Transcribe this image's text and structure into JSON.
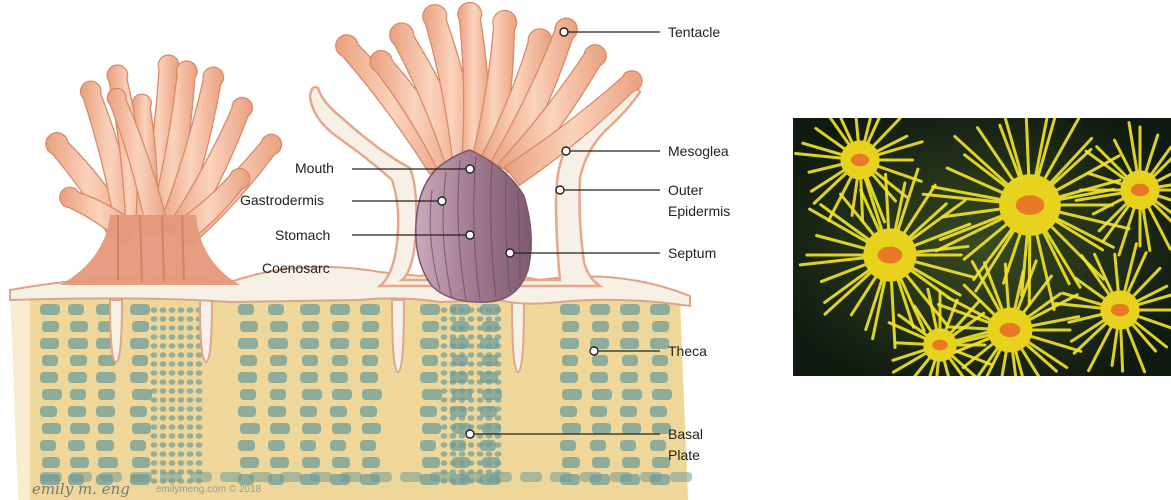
{
  "labels": {
    "tentacle": "Tentacle",
    "mesoglea": "Mesoglea",
    "outer_epidermis_line1": "Outer",
    "outer_epidermis_line2": "Epidermis",
    "septum": "Septum",
    "theca": "Theca",
    "basal_plate_line1": "Basal",
    "basal_plate_line2": "Plate",
    "mouth": "Mouth",
    "gastrodermis": "Gastrodermis",
    "stomach": "Stomach",
    "coenosarc": "Coenosarc"
  },
  "signature": "emily m. eng",
  "credit": "emilymeng.com © 2018",
  "colors": {
    "polyp": "#f2b89a",
    "polyp_dark": "#d9825f",
    "tissue": "#f6f0e6",
    "stomach": "#a8849a",
    "skeleton": "#efd79a",
    "skeleton_cells": "#6f9c98",
    "photo_bg": "#1c2a1a",
    "photo_polyp": "#f3e52a",
    "photo_mouth": "#e87a26"
  }
}
